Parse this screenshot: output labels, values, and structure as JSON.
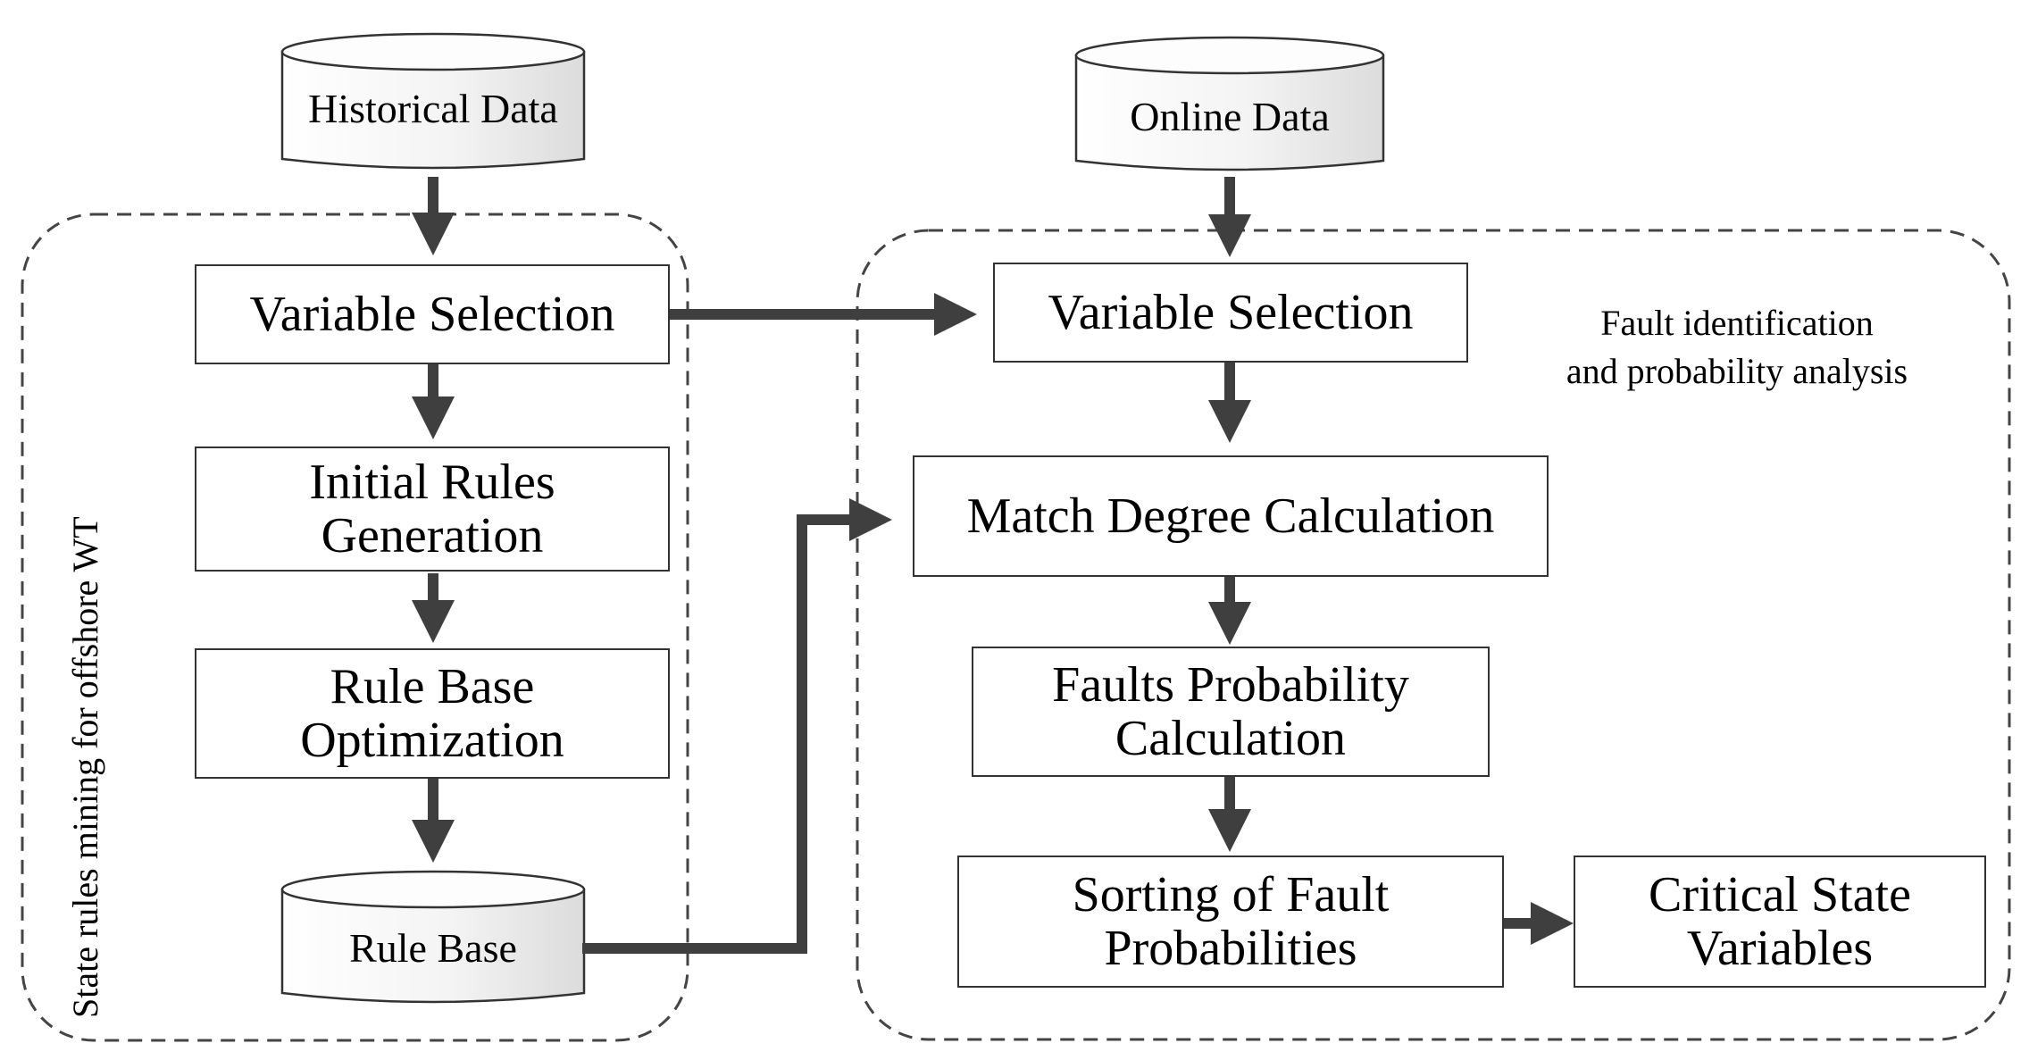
{
  "left_group": {
    "title": "State rules mining for offshore WT",
    "historical_data": "Historical Data",
    "variable_selection": "Variable Selection",
    "initial_rules": "Initial Rules\nGeneration",
    "rule_base_optimization": "Rule Base\nOptimization",
    "rule_base": "Rule Base"
  },
  "right_group": {
    "title": "Fault identification\nand probability analysis",
    "online_data": "Online Data",
    "variable_selection": "Variable Selection",
    "match_degree": "Match Degree Calculation",
    "faults_probability": "Faults Probability\nCalculation",
    "sorting": "Sorting of  Fault\nProbabilities",
    "critical_state": "Critical State\nVariables"
  },
  "colors": {
    "arrow": "#3f3f3f",
    "border": "#333333",
    "dashed": "#444444"
  }
}
